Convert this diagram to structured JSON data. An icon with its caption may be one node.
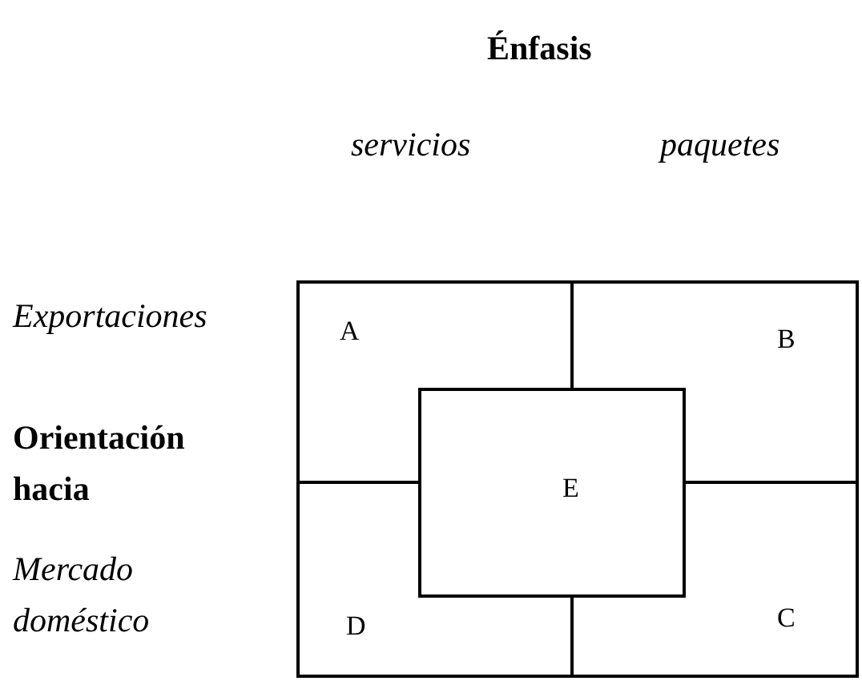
{
  "diagram": {
    "nodes": [
      {
        "text": [
          "A"
        ]
      },
      {
        "text": [
          "B"
        ]
      },
      {
        "text": [
          "E"
        ]
      },
      {
        "text": [
          "D"
        ]
      },
      {
        "text": [
          "C"
        ]
      }
    ],
    "edges": [],
    "labels": [
      "Énfasis",
      "servicios",
      "paquetes",
      "Exportaciones",
      "Orientación hacia",
      "Mercado doméstico"
    ]
  }
}
